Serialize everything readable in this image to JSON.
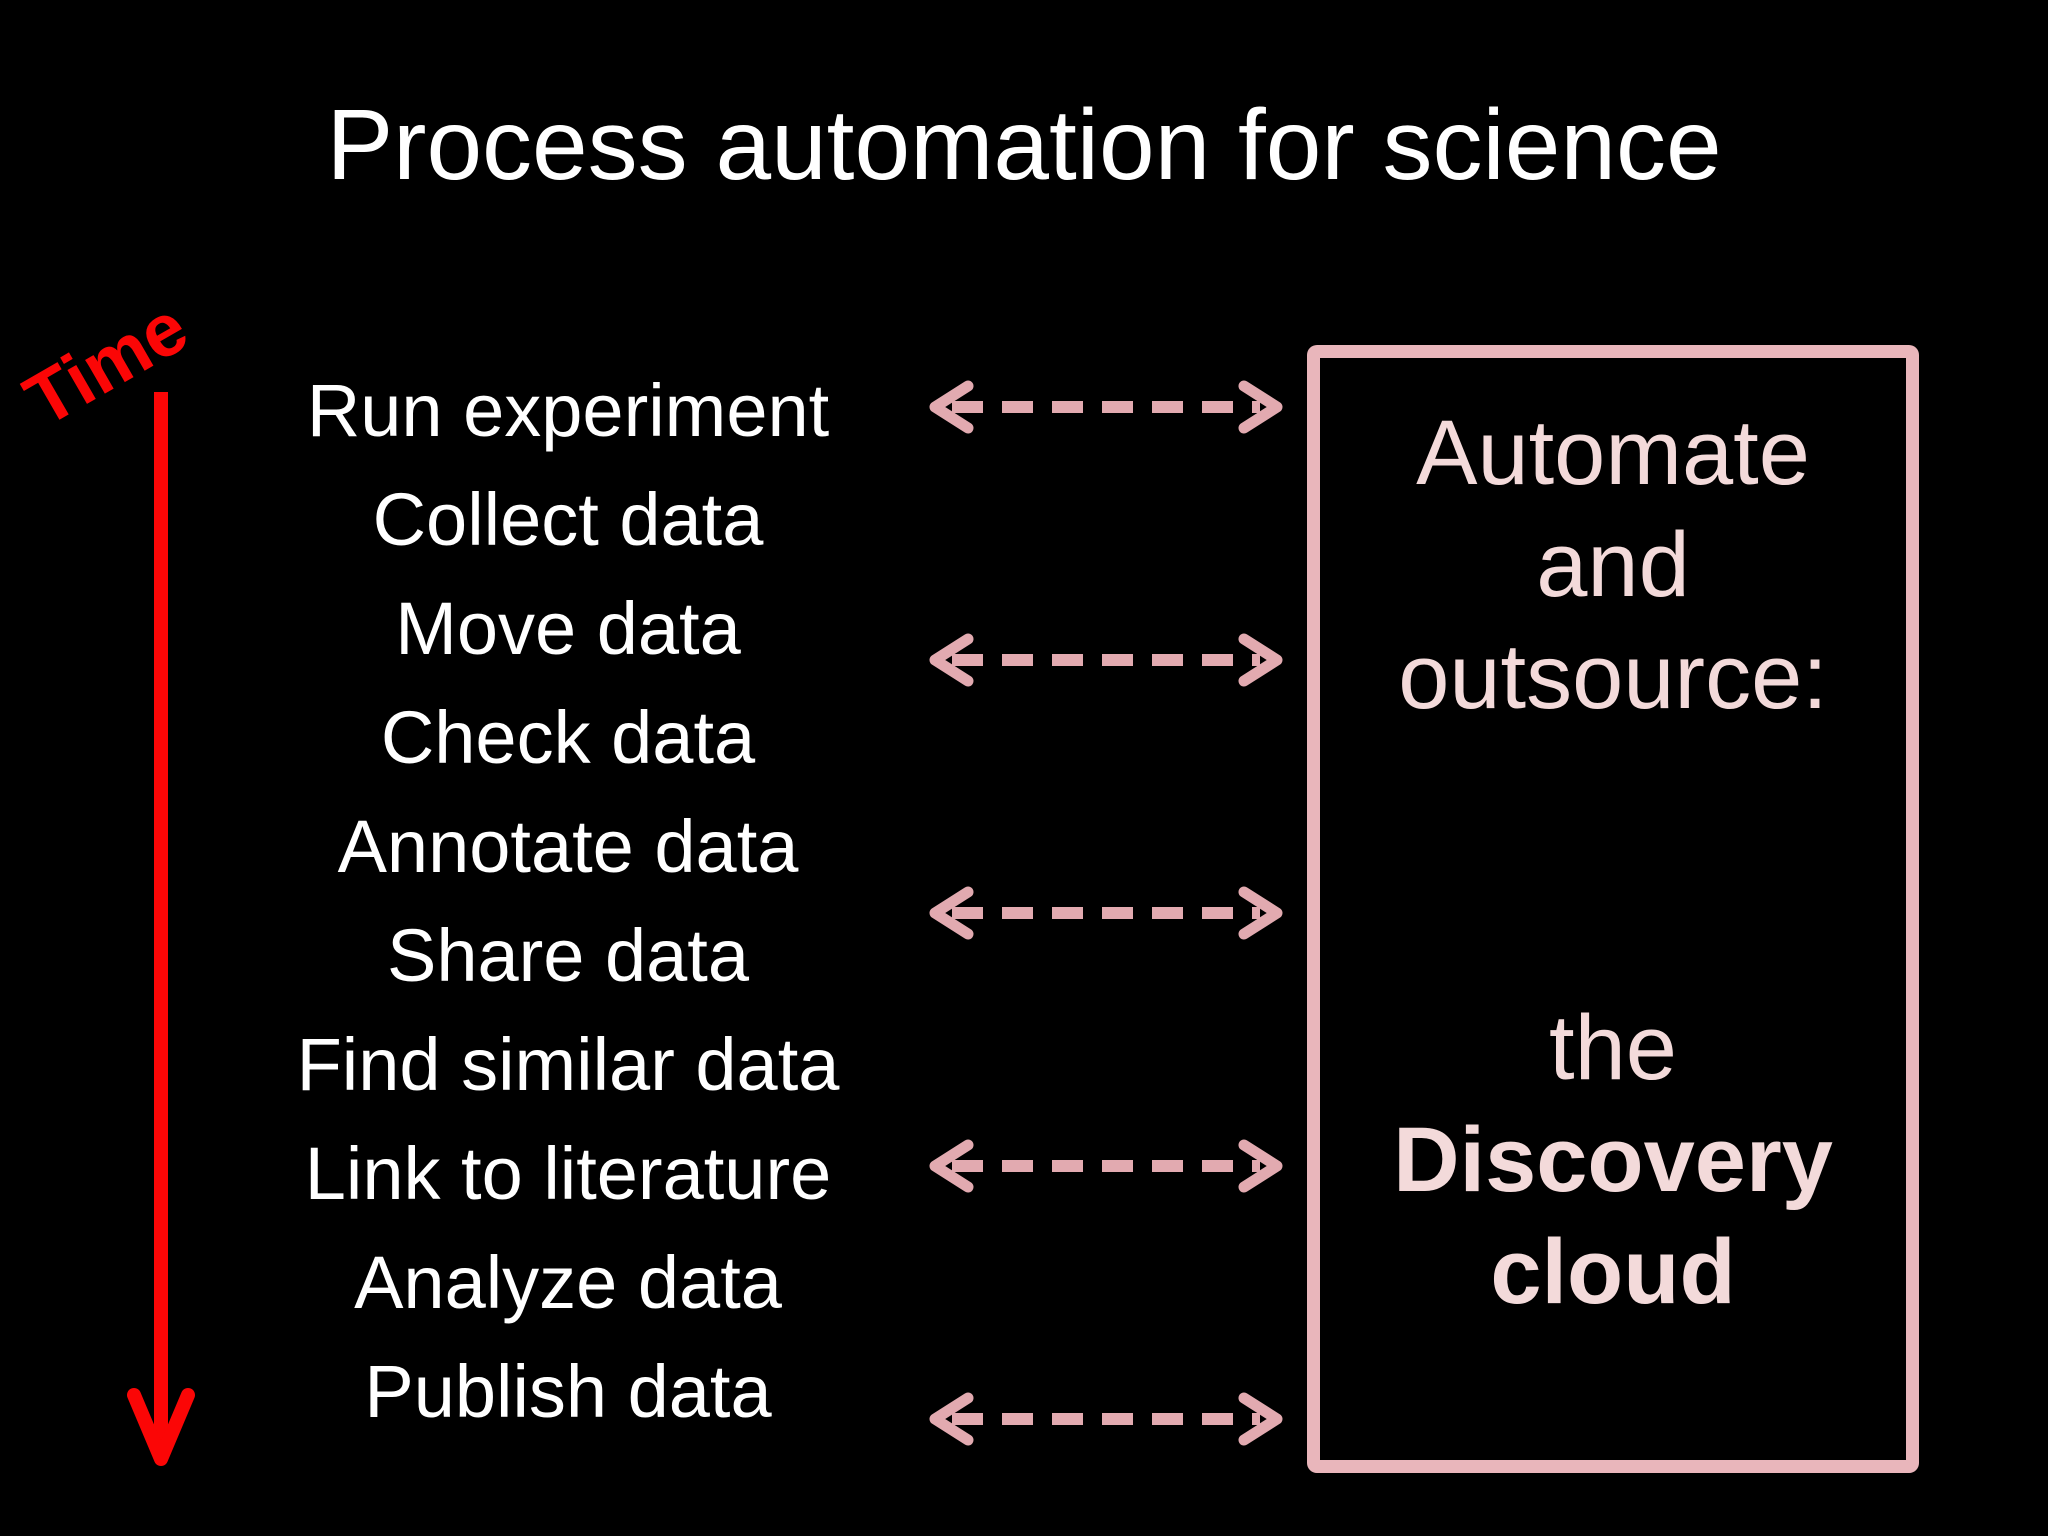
{
  "slide": {
    "title": "Process automation for science",
    "time_label": "Time",
    "steps": [
      "Run experiment",
      "Collect data",
      "Move data",
      "Check data",
      "Annotate data",
      "Share data",
      "Find similar data",
      "Link to literature",
      "Analyze data",
      "Publish data"
    ],
    "box": {
      "top_lines": [
        "Automate",
        "and",
        "outsource:"
      ],
      "bottom_lines": [
        "the",
        "Discovery",
        "cloud"
      ]
    },
    "arrows": {
      "count": 5,
      "style": "dashed, double-headed, horizontal",
      "centers_y": [
        407,
        660,
        913,
        1166,
        1419
      ]
    },
    "colors": {
      "background": "#000000",
      "title_text": "#ffffff",
      "list_text": "#ffffff",
      "time_red": "#fb0606",
      "box_border": "#e9b6bb",
      "box_text": "#f3dada",
      "arrow_pink": "#e2aab0"
    }
  }
}
